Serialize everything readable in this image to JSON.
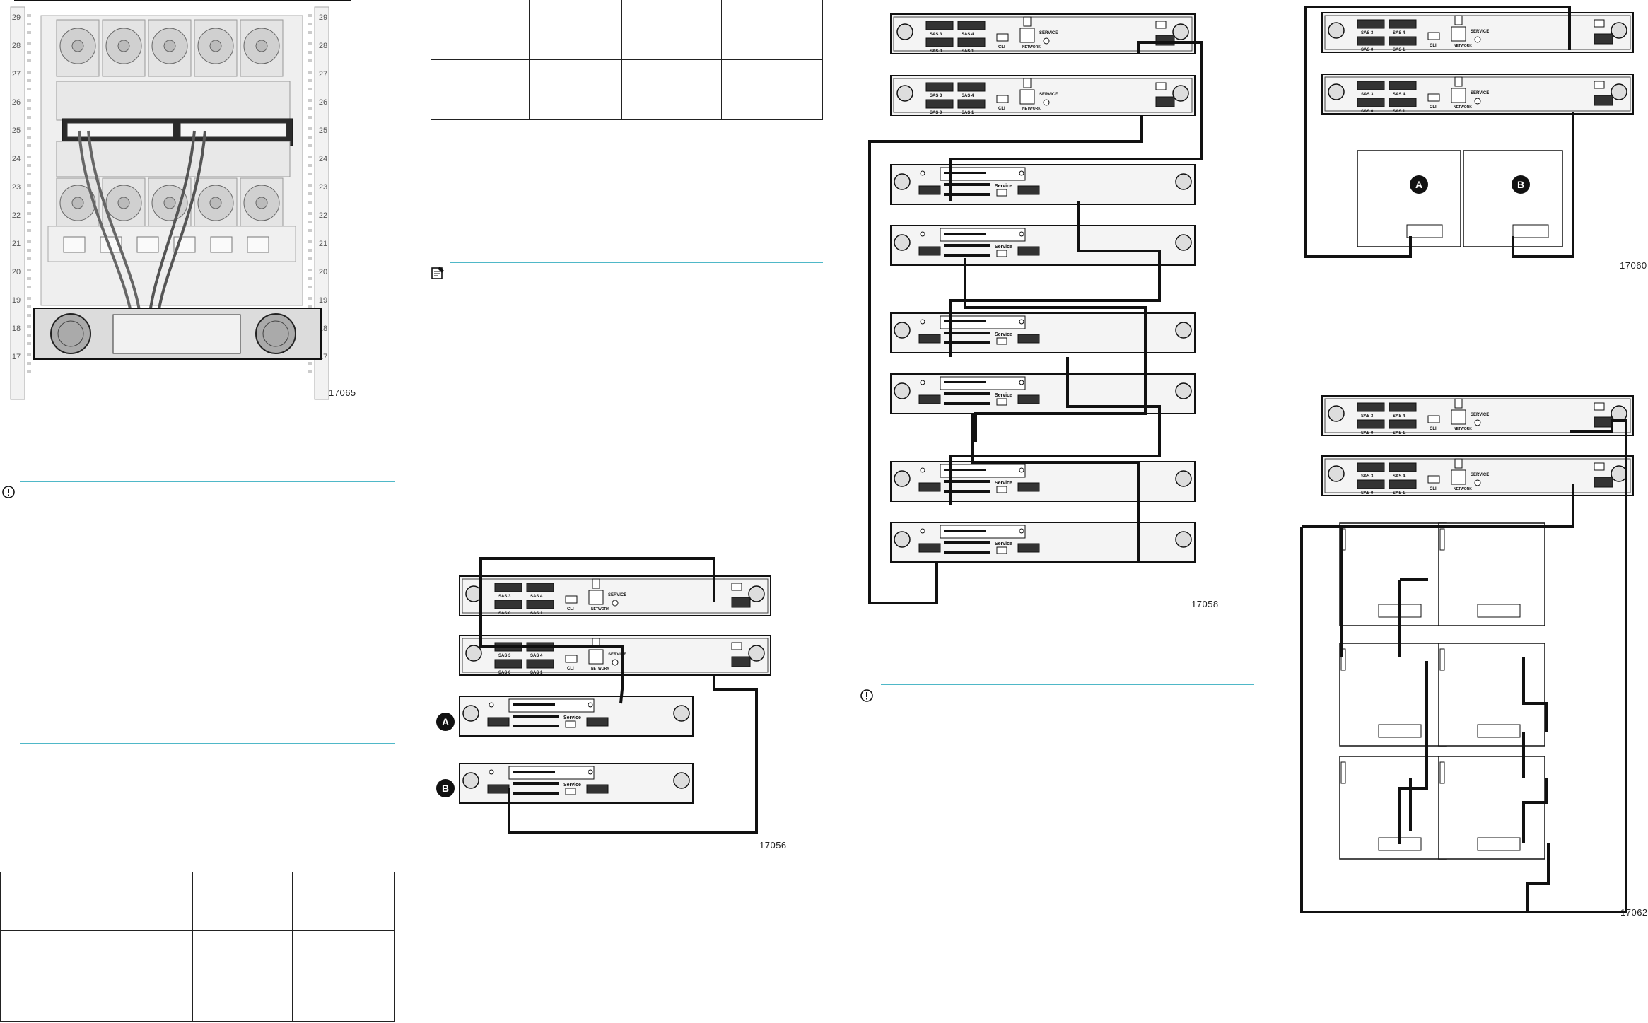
{
  "figures": {
    "rack": {
      "number": "17065",
      "rack_units": [
        "29",
        "28",
        "27",
        "26",
        "25",
        "24",
        "23",
        "22",
        "21",
        "20",
        "19",
        "18",
        "17"
      ]
    },
    "two_enclosures": {
      "number": "17056",
      "callouts": [
        "A",
        "B"
      ]
    },
    "daisy_chain": {
      "number": "17058"
    },
    "two_drawers": {
      "number": "17060",
      "callouts": [
        "A",
        "B"
      ]
    },
    "six_drawers": {
      "number": "17062"
    }
  },
  "controller_labels": {
    "sas3": "SAS 3",
    "sas4": "SAS 4",
    "sas0": "SAS 0",
    "sas1": "SAS 1",
    "cli": "CLI",
    "service": "SERVICE",
    "network": "NETWORK"
  },
  "enclosure_labels": {
    "service": "Service"
  },
  "notices": {
    "important_left": {
      "icon": "important-icon"
    },
    "note_middle": {
      "icon": "note-icon"
    },
    "important_right": {
      "icon": "important-icon"
    }
  }
}
